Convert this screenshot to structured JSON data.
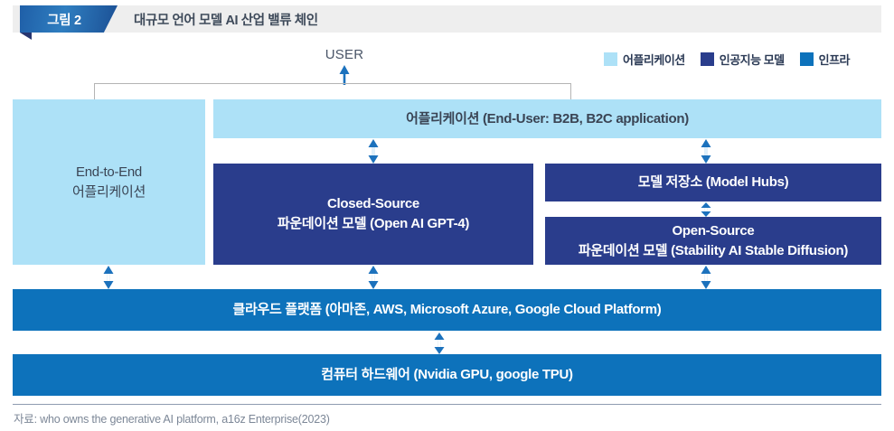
{
  "header": {
    "figure_tag": "그림 2",
    "title": "대규모 언어 모델 AI 산업 밸류 체인"
  },
  "legend": {
    "items": [
      {
        "label": "어플리케이션",
        "color": "#ade1f7"
      },
      {
        "label": "인공지능 모델",
        "color": "#2a3d8c"
      },
      {
        "label": "인프라",
        "color": "#0d72bb"
      }
    ]
  },
  "diagram": {
    "user_label": "USER",
    "boxes": {
      "end_to_end": {
        "line1": "End-to-End",
        "line2": "어플리케이션",
        "color": "#ade1f7",
        "category": "어플리케이션"
      },
      "application": {
        "line1": "어플리케이션 (End-User: B2B, B2C application)",
        "color": "#ade1f7",
        "category": "어플리케이션"
      },
      "closed_source": {
        "line1": "Closed-Source",
        "line2": "파운데이션 모델 (Open AI GPT-4)",
        "color": "#2a3d8c",
        "category": "인공지능 모델"
      },
      "model_hubs": {
        "line1": "모델 저장소 (Model Hubs)",
        "color": "#2a3d8c",
        "category": "인공지능 모델"
      },
      "open_source": {
        "line1": "Open-Source",
        "line2": "파운데이션 모델 (Stability AI Stable Diffusion)",
        "color": "#2a3d8c",
        "category": "인공지능 모델"
      },
      "cloud_platform": {
        "line1": "클라우드 플랫폼 (아마존, AWS, Microsoft Azure, Google Cloud Platform)",
        "color": "#0d72bb",
        "category": "인프라"
      },
      "hardware": {
        "line1": "컴퓨터 하드웨어 (Nvidia GPU, google TPU)",
        "color": "#0d72bb",
        "category": "인프라"
      }
    },
    "arrow_color": "#1c72bd"
  },
  "footer": {
    "source": "자료: who owns the generative AI platform, a16z Enterprise(2023)"
  }
}
